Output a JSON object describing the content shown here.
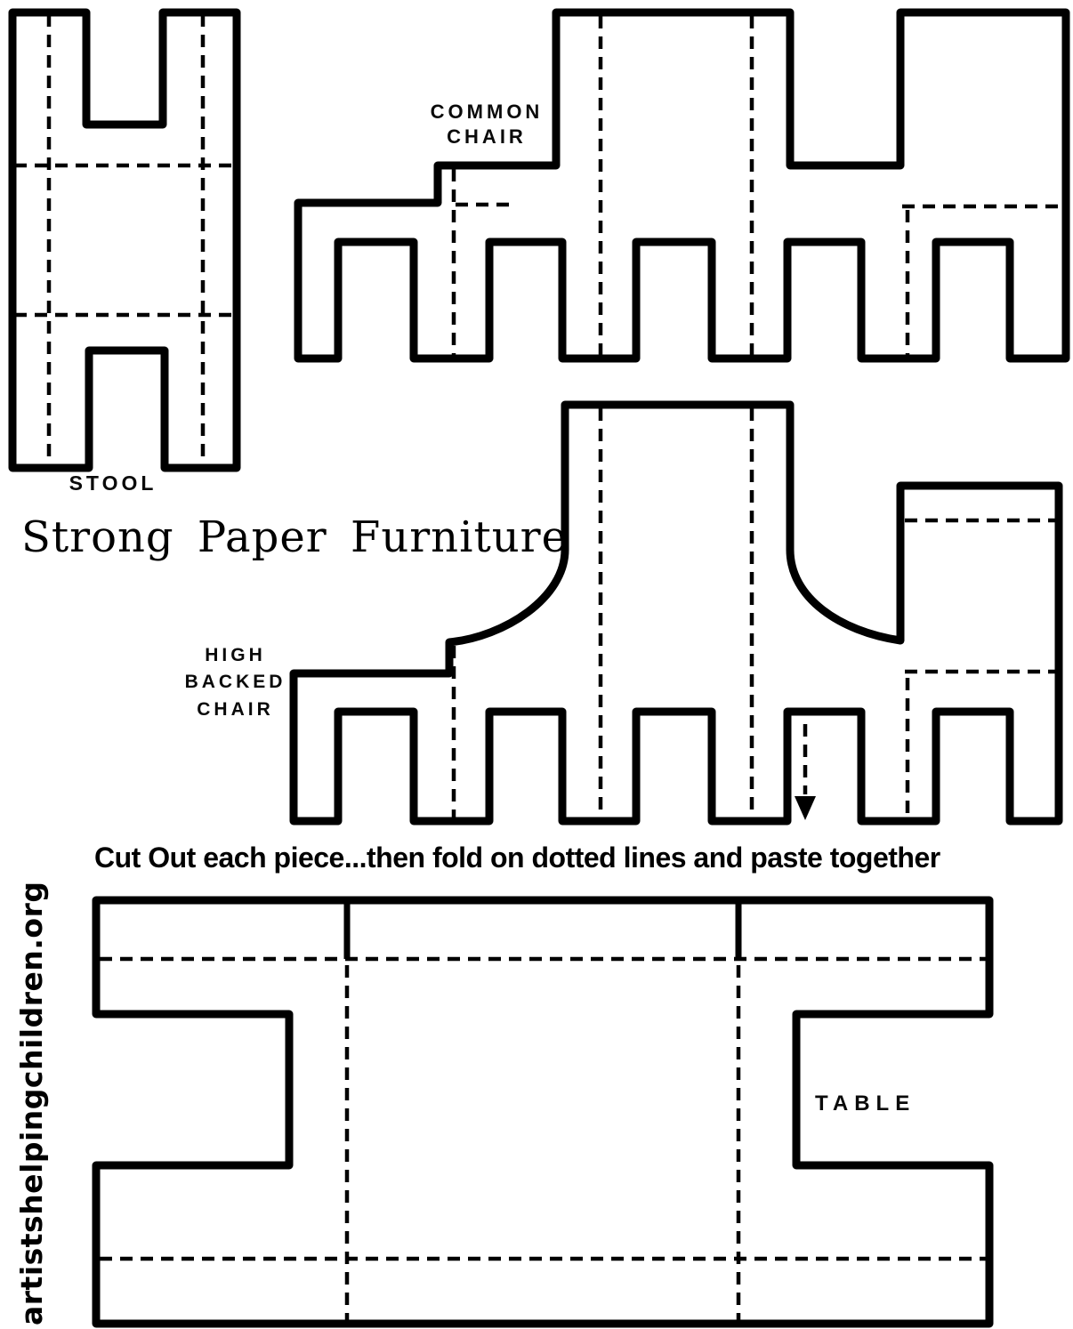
{
  "title": "Strong Paper Furniture",
  "instruction": "Cut Out each piece...then fold on dotted lines and paste together",
  "website": "artistshelpingchildren.org",
  "colors": {
    "ink": "#000000",
    "paper": "#ffffff"
  },
  "patterns": {
    "stool": {
      "label": "STOOL"
    },
    "common_chair": {
      "lines": [
        "COMMON",
        "CHAIR"
      ]
    },
    "high_backed_chair": {
      "lines": [
        "HIGH",
        "BACKED",
        "CHAIR"
      ]
    },
    "table": {
      "label": "TABLE"
    }
  }
}
